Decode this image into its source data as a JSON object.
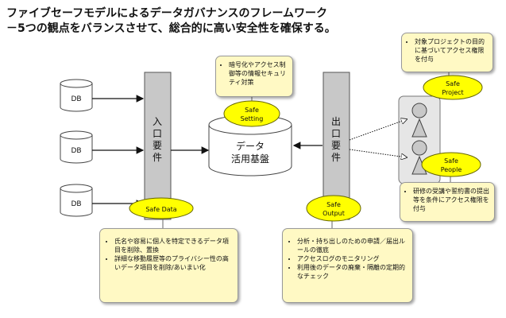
{
  "title": {
    "line1": "ファイブセーフモデルによるデータガバナンスのフレームワーク",
    "line2": "－5つの観点をバランスさせて、総合的に高い安全性を確保する。"
  },
  "db_label": "DB",
  "inbound": {
    "label": [
      "入",
      "口",
      "要",
      "件"
    ]
  },
  "outbound": {
    "label": [
      "出",
      "口",
      "要",
      "件"
    ]
  },
  "center": {
    "line1": "データ",
    "line2": "活用基盤"
  },
  "safe": {
    "setting": [
      "Safe",
      "Setting"
    ],
    "data": [
      "Safe Data"
    ],
    "output": [
      "Safe",
      "Output"
    ],
    "project": [
      "Safe",
      "Project"
    ],
    "people": [
      "Safe",
      "People"
    ]
  },
  "notes": {
    "setting": [
      "暗号化やアクセス制御等の情報セキュリティ対策"
    ],
    "project": [
      "対象プロジェクトの目的に基づいてアクセス権限を付与"
    ],
    "people": [
      "研修の受講や誓約書の提出等を条件にアクセス権限を付与"
    ],
    "data": [
      "氏名や容易に個人を特定できるデータ項目を削除、置換",
      "詳細な移動履歴等のプライバシー性の高いデータ項目を削除/あいまい化"
    ],
    "output": [
      "分析・持ち出しのための申請／届出ルールの徹底",
      "アクセスログのモニタリング",
      "利用後のデータの廃棄・隔離の定期的なチェック"
    ]
  },
  "colors": {
    "ellipse_fill": "#ffff00",
    "ellipse_stroke": "#666600",
    "note_fill": "#fff9c4",
    "bar_fill": "#c8c8c8",
    "user_panel": "#e6e6e6"
  }
}
